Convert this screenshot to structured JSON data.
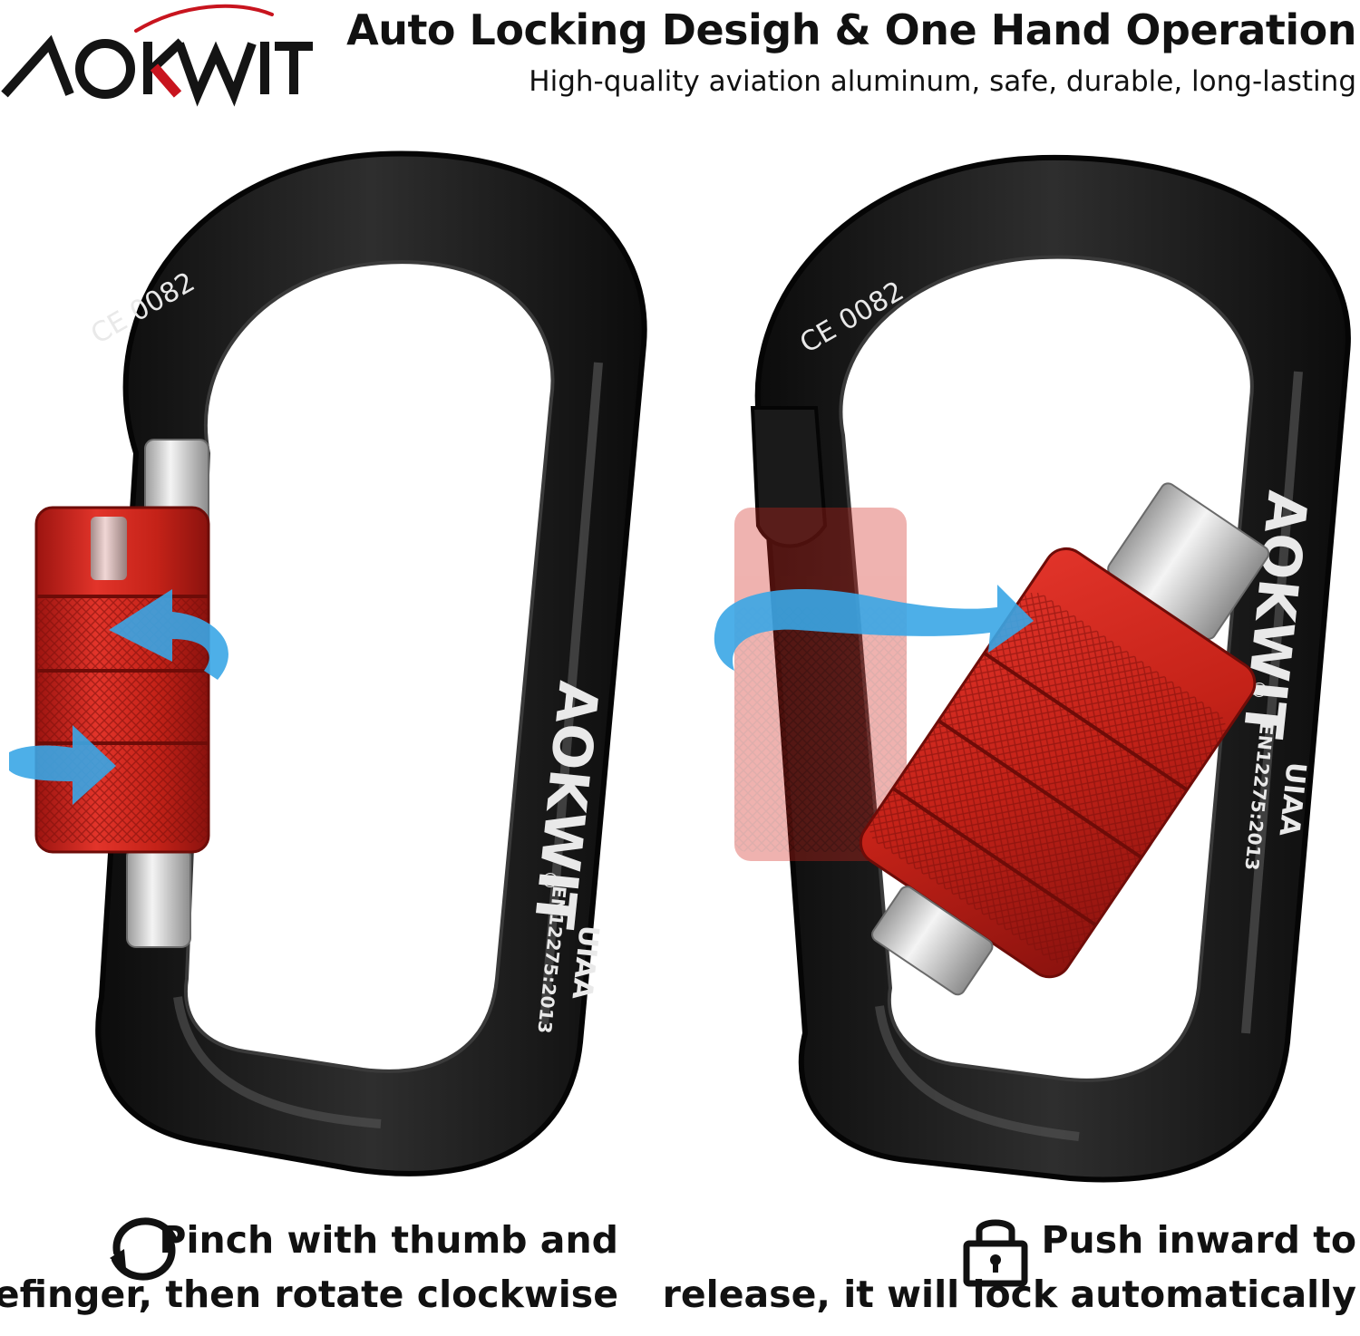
{
  "logo": {
    "text": "AOKWIT",
    "colors": {
      "dark": "#141414",
      "accent": "#c8141e"
    }
  },
  "header": {
    "title": "Auto Locking Desigh & One Hand Operation",
    "subtitle": "High-quality aviation aluminum, safe, durable, long-lasting"
  },
  "left_carabiner": {
    "ce_mark": "CE 0082",
    "brand": "AOKWIT",
    "registered": "®",
    "standard_1": "UIAA",
    "standard_2": "EN12275:2013",
    "gate_color": "#d2261c",
    "body_color": "#1c1c1c"
  },
  "right_carabiner": {
    "ce_mark": "CE 0082",
    "brand": "AOKWIT",
    "registered": "®",
    "standard_1": "UIAA",
    "standard_2": "EN12275:2013"
  },
  "captions": {
    "left": {
      "icon": "rotate-icon",
      "line_1": "Pinch with thumb and",
      "line_2": "forefinger, then rotate clockwise"
    },
    "right": {
      "icon": "lock-icon",
      "line_1": "Push inward to",
      "line_2": "release, it will lock automatically"
    }
  },
  "arrow_color": "#3aa6e6"
}
